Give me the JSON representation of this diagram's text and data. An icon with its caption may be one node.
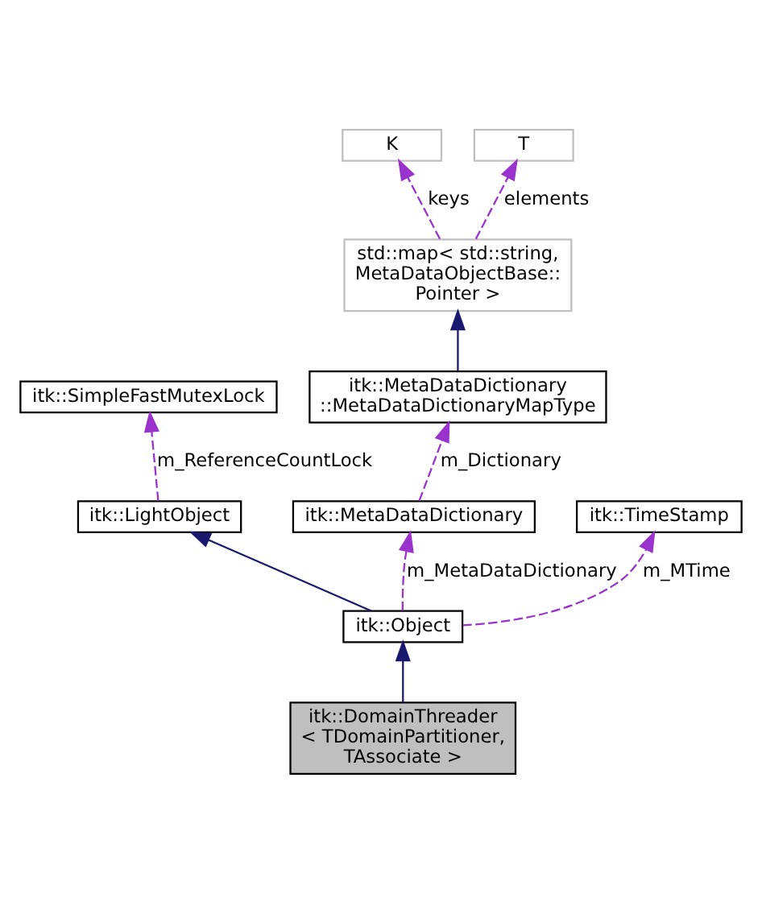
{
  "diagram": {
    "nodes": [
      {
        "text": [
          "K"
        ]
      },
      {
        "text": [
          "T"
        ]
      },
      {
        "text": [
          "std::map< std::string, MetaDataObjectBase:: Pointer >"
        ]
      },
      {
        "text": [
          "itk::SimpleFastMutexLock"
        ]
      },
      {
        "text": [
          "itk::MetaDataDictionary ::MetaDataDictionaryMapType"
        ]
      },
      {
        "text": [
          "itk::LightObject"
        ]
      },
      {
        "text": [
          "itk::MetaDataDictionary"
        ]
      },
      {
        "text": [
          "itk::TimeStamp"
        ]
      },
      {
        "text": [
          "itk::Object"
        ]
      },
      {
        "text": [
          "itk::DomainThreader < TDomainPartitioner, TAssociate >"
        ]
      }
    ],
    "edges": [
      {
        "from": 2,
        "to": 0,
        "arrow": "to",
        "label": "keys",
        "style": "dashed"
      },
      {
        "from": 2,
        "to": 1,
        "arrow": "to",
        "label": "elements",
        "style": "dashed"
      },
      {
        "from": 4,
        "to": 2,
        "arrow": "to",
        "color": "#191970"
      },
      {
        "from": 5,
        "to": 3,
        "arrow": "to",
        "label": "m_ReferenceCountLock",
        "style": "dashed"
      },
      {
        "from": 6,
        "to": 4,
        "arrow": "to",
        "label": "m_Dictionary",
        "style": "dashed"
      },
      {
        "from": 8,
        "to": 5,
        "arrow": "to",
        "color": "#191970"
      },
      {
        "from": 8,
        "to": 6,
        "arrow": "to",
        "label": "m_MetaDataDictionary",
        "style": "dashed"
      },
      {
        "from": 8,
        "to": 7,
        "arrow": "to",
        "label": "m_MTime",
        "style": "dashed"
      },
      {
        "from": 9,
        "to": 8,
        "arrow": "to",
        "color": "#191970"
      }
    ]
  }
}
